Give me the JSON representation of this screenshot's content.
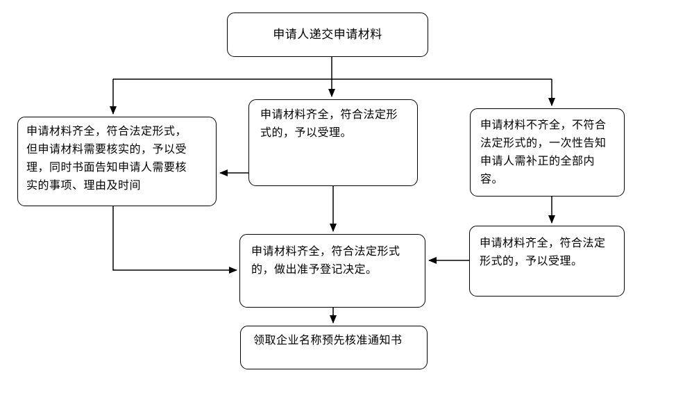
{
  "flowchart": {
    "nodes": {
      "start": "申请人递交申请材料",
      "left": "申请材料齐全，符合法定形式，\n但申请材料需要核实的，予以受\n理，同时书面告知申请人需要核\n实的事项、理由及时间",
      "middle": "申请材料齐全，符合法定形\n式的，予以受理。",
      "right": "申请材料不齐全，不符合\n法定形式的，一次性告知\n申请人需补正的全部内\n容。",
      "right_lower": "申请材料齐全，符合法定\n形式的，予以受理。",
      "decision": "申请材料齐全，符合法定形式\n的，做出准予登记决定。",
      "end": "领取企业名称预先核准通知书"
    },
    "colors": {
      "line": "#000000",
      "node_border": "#000000",
      "node_fill": "#ffffff",
      "text": "#000000",
      "background": "#ffffff"
    }
  }
}
